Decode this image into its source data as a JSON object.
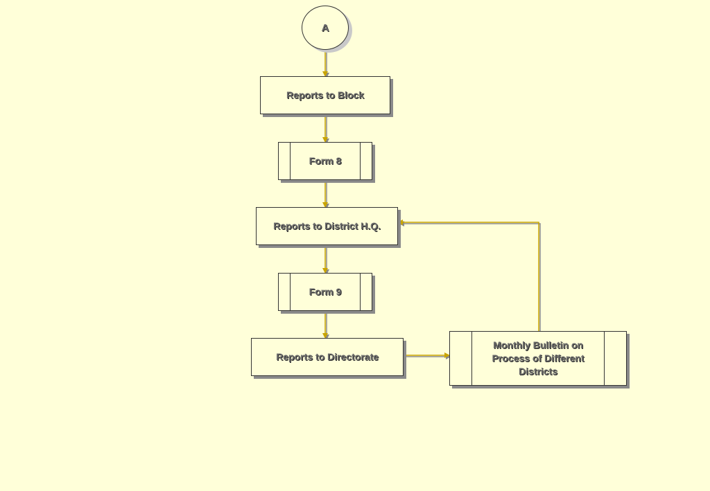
{
  "diagram": {
    "nodes": [
      {
        "id": "a",
        "label": "A"
      },
      {
        "id": "block",
        "label": "Reports to Block"
      },
      {
        "id": "form8",
        "label": "Form 8"
      },
      {
        "id": "district",
        "label": "Reports to District H.Q."
      },
      {
        "id": "form9",
        "label": "Form 9"
      },
      {
        "id": "directorate",
        "label": "Reports to Directorate"
      },
      {
        "id": "bulletin",
        "label": "Monthly Bulletin on Process of Different Districts"
      }
    ],
    "edges": [
      {
        "from": "a",
        "to": "block"
      },
      {
        "from": "block",
        "to": "form8"
      },
      {
        "from": "form8",
        "to": "district"
      },
      {
        "from": "district",
        "to": "form9"
      },
      {
        "from": "form9",
        "to": "directorate"
      },
      {
        "from": "directorate",
        "to": "bulletin"
      },
      {
        "from": "bulletin",
        "to": "district"
      }
    ],
    "colors": {
      "background": "#ffffd9",
      "connector": "#c8a400",
      "connector_shadow": "#8a8a8a",
      "label": "#6b6b6b"
    }
  }
}
